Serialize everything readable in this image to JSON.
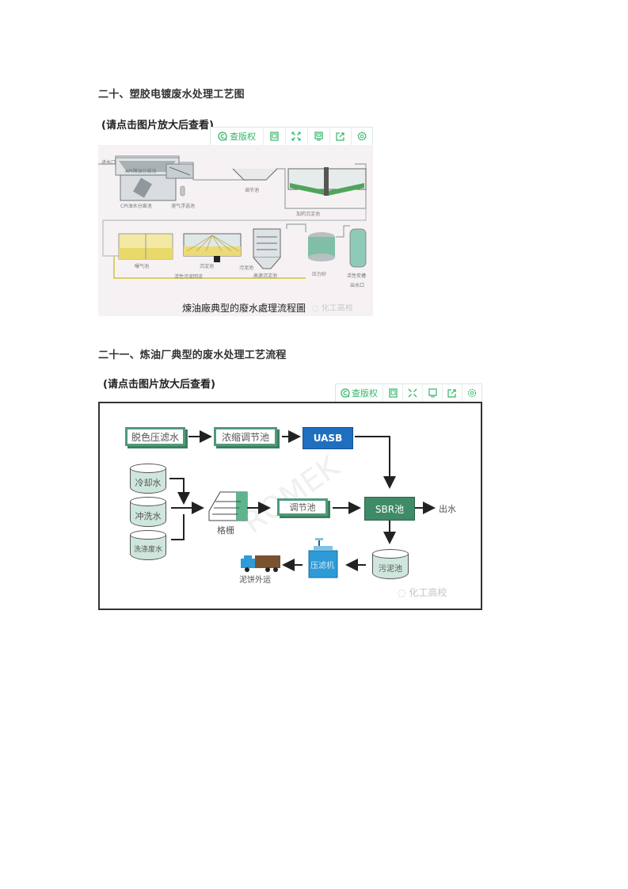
{
  "sections": [
    {
      "heading": "二十、塑胶电镀废水处理工艺图",
      "hint": "(请点击图片放大后查看)",
      "figure": {
        "caption": "煉油廠典型的廢水處理流程圖",
        "watermark": "化工高校",
        "labels": {
          "inlet": "进水口",
          "api": "API隔油分离池",
          "cpi": "CPI油水分离池",
          "flotation": "溶气浮选池",
          "equalization": "调节池",
          "clarifier": "加药沉淀池",
          "aeration": "曝气池",
          "sedimentation": "沉淀池",
          "sludge": "污泥池",
          "return_sludge": "活性污泥回流",
          "fast_settler": "高速沉淀池",
          "sand_filter": "压力砂",
          "carbon": "活性炭槽",
          "outlet": "出水口"
        }
      }
    },
    {
      "heading": "二十一、炼油厂典型的废水处理工艺流程",
      "hint": "(请点击图片放大后查看)",
      "figure": {
        "watermark": "化工高校",
        "bg_watermark": "ROMEK",
        "nodes": {
          "decolor": "脱色压滤水",
          "concentrate": "浓缩调节池",
          "uasb": "UASB",
          "cooling": "冷却水",
          "flush": "冲洗水",
          "wash": "洗涤废水",
          "screen": "格栅",
          "regulate": "调节池",
          "sbr": "SBR池",
          "effluent": "出水",
          "sludge_tank": "污泥池",
          "filter_press": "压滤机",
          "cake": "泥饼外运"
        },
        "colors": {
          "green": "#4f9a79",
          "uasb_blue": "#1f6fc0",
          "sbr_green": "#3f8b68",
          "press_blue": "#2e9ad6"
        }
      }
    }
  ],
  "toolbar": {
    "copyright_label": "查版权",
    "icons": [
      "copyright-icon",
      "page-icon",
      "expand-icon",
      "save-icon",
      "share-icon",
      "settings-icon"
    ],
    "accent": "#32b66a"
  }
}
